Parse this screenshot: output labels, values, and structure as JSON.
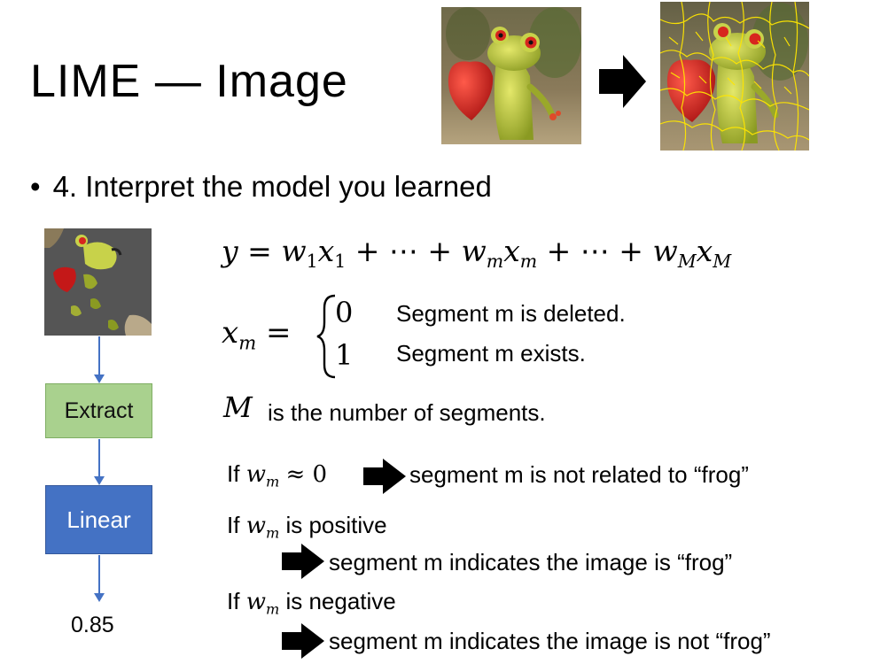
{
  "slide": {
    "title": "LIME — Image",
    "bullet_symbol": "•",
    "bullet_text": "4. Interpret the model you learned"
  },
  "flow": {
    "extract_label": "Extract",
    "linear_label": "Linear",
    "output_value": "0.85"
  },
  "equations": {
    "main": {
      "y": "y",
      "eq": "=",
      "w1": "w",
      "w1_sub": "1",
      "x1": "x",
      "x1_sub": "1",
      "plus1": "+ ⋯ +",
      "wm": "w",
      "wm_sub": "m",
      "xm": "x",
      "xm_sub": "m",
      "plus2": "+ ⋯ +",
      "wM": "w",
      "wM_sub": "M",
      "xM": "x",
      "xM_sub": "M"
    },
    "xm_def": {
      "lhs": "x",
      "lhs_sub": "m",
      "eq": "=",
      "case0_value": "0",
      "case0_text": "Segment m is deleted.",
      "case1_value": "1",
      "case1_text": "Segment m exists."
    },
    "M_def": {
      "symbol": "M",
      "text": "is the number of segments."
    }
  },
  "rules": [
    {
      "if": "If",
      "w": "w",
      "w_sub": "m",
      "cond": "≈ 0",
      "result": "segment m is not related to “frog”"
    },
    {
      "if": "If",
      "w": "w",
      "w_sub": "m",
      "cond": "is positive",
      "result": "segment m indicates the image is “frog”"
    },
    {
      "if": "If",
      "w": "w",
      "w_sub": "m",
      "cond": "is negative",
      "result": "segment m indicates the image is not “frog”"
    }
  ],
  "colors": {
    "extract_box": "#a9d18e",
    "linear_box": "#4472c4",
    "flow_arrow": "#4472c4",
    "segment_outline": "#ffe600"
  },
  "icons": [
    "frog-image",
    "arrow-right-icon",
    "segmented-frog-image",
    "perturbed-frog-image",
    "arrow-down-icon"
  ]
}
